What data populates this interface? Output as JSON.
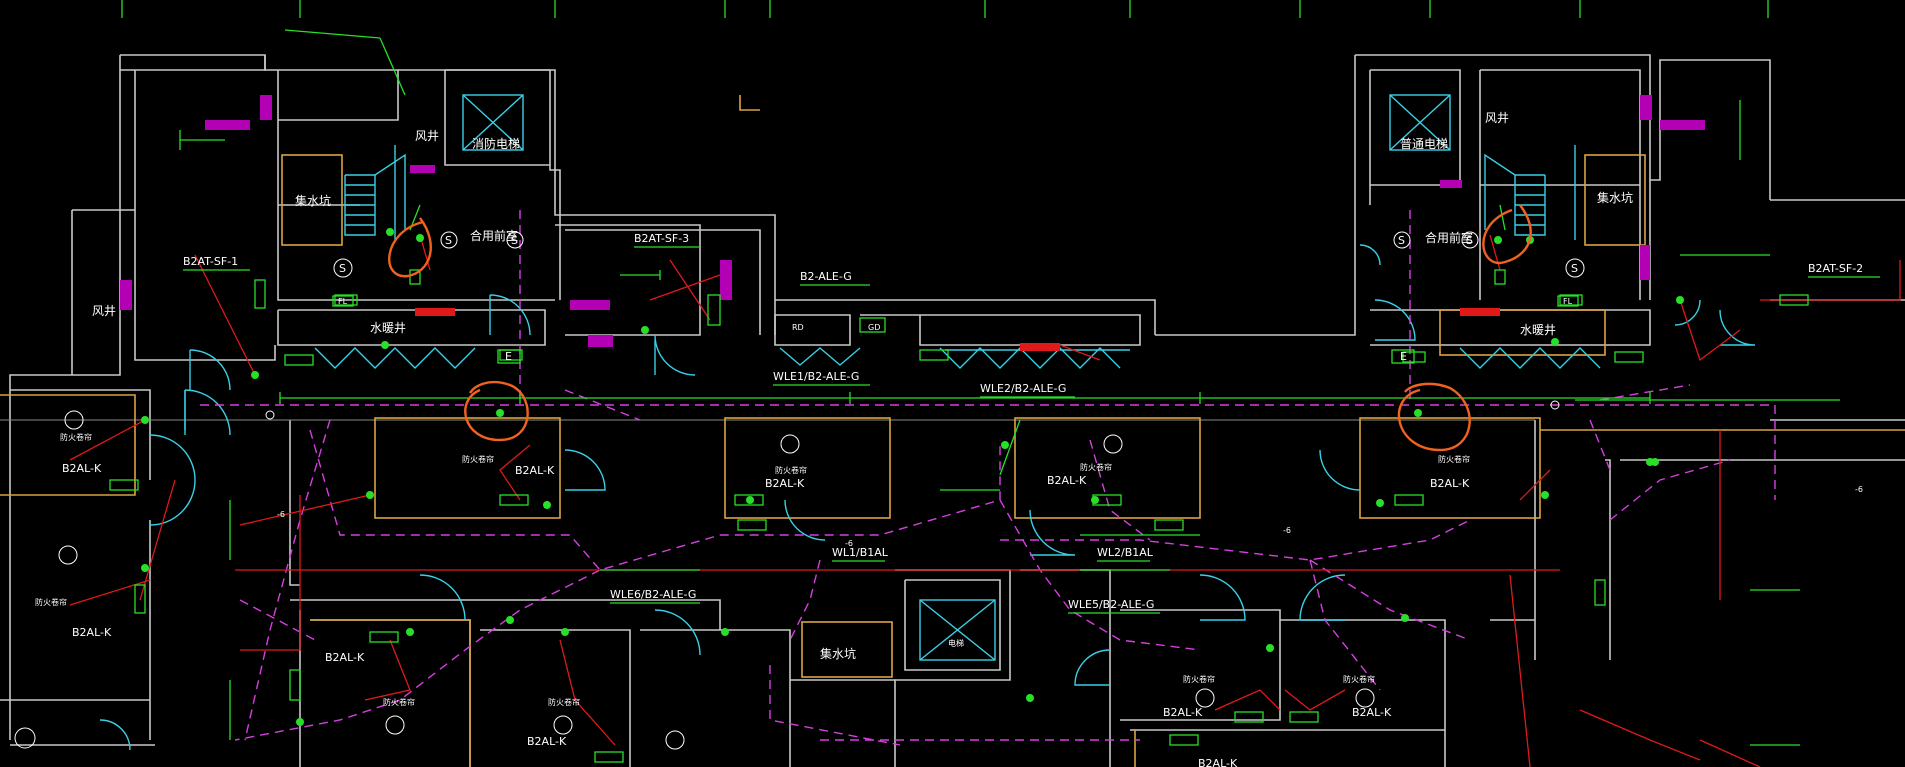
{
  "labels": {
    "fengjing_left": "风井",
    "fengjing_top": "风井",
    "fengjing_right": "风井",
    "xiaofang_dianti": "消防电梯",
    "putong_dianti": "普通电梯",
    "jishuikeng_left": "集水坑",
    "jishuikeng_right": "集水坑",
    "jishuikeng_bottom": "集水坑",
    "heyong_qianshi_left": "合用前室",
    "heyong_qianshi_right": "合用前室",
    "shuinuanjing_left": "水暖井",
    "shuinuanjing_right": "水暖井",
    "diantinei": "电梯",
    "b2at_sf1": "B2AT-SF-1",
    "b2at_sf2": "B2AT-SF-2",
    "b2at_sf3": "B2AT-SF-3",
    "b2_ale_g": "B2-ALE-G",
    "wle1": "WLE1/B2-ALE-G",
    "wle2": "WLE2/B2-ALE-G",
    "wle5": "WLE5/B2-ALE-G",
    "wle6": "WLE6/B2-ALE-G",
    "wl1": "WL1/B1AL",
    "wl2": "WL2/B1AL",
    "b2al_k": "B2AL-K",
    "fangdong": "防火卷帘",
    "s": "S",
    "e": "E",
    "fl": "FL",
    "rd": "RD",
    "gd": "GD",
    "minus6": "-6"
  }
}
